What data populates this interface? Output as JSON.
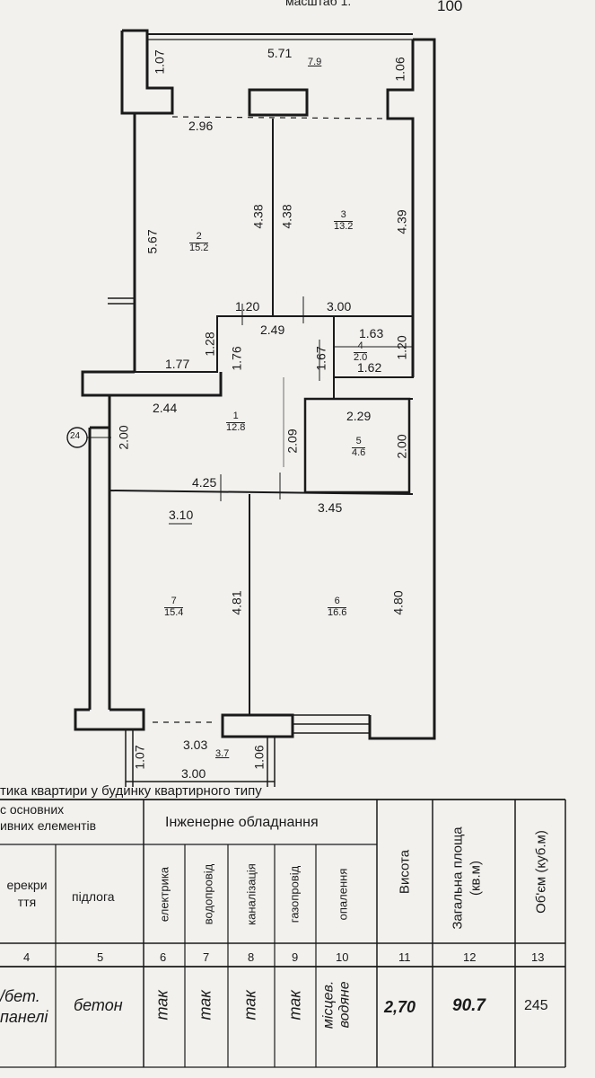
{
  "header": {
    "top_fragment": "масштаб 1:",
    "scale_value": "100"
  },
  "plan": {
    "balcony_top": {
      "width": "5.71",
      "area": "7.9",
      "left_depth": "1.07",
      "right_depth": "1.06"
    },
    "balcony_bottom": {
      "width": "3.03",
      "area": "3.7",
      "inner_width": "3.00",
      "left_depth": "1.07",
      "right_depth": "1.06"
    },
    "axis_marker": "24",
    "rooms": [
      {
        "num": "2",
        "area": "15.2"
      },
      {
        "num": "3",
        "area": "13.2"
      },
      {
        "num": "4",
        "area": "2.0"
      },
      {
        "num": "1",
        "area": "12.8"
      },
      {
        "num": "5",
        "area": "4.6"
      },
      {
        "num": "7",
        "area": "15.4"
      },
      {
        "num": "6",
        "area": "16.6"
      }
    ],
    "dims": {
      "d_2_96": "2.96",
      "d_5_67": "5.67",
      "d_4_38a": "4.38",
      "d_4_38b": "4.38",
      "d_4_39": "4.39",
      "d_1_20": "1.20",
      "d_3_00": "3.00",
      "d_1_28": "1.28",
      "d_1_76": "1.76",
      "d_2_49": "2.49",
      "d_1_63": "1.63",
      "d_1_67": "1.67",
      "d_1_62": "1.62",
      "d_1_20b": "1.20",
      "d_1_77": "1.77",
      "d_2_44": "2.44",
      "d_2_00a": "2.00",
      "d_2_09": "2.09",
      "d_2_29": "2.29",
      "d_2_00b": "2.00",
      "d_4_25": "4.25",
      "d_3_10": "3.10",
      "d_3_45": "3.45",
      "d_4_81": "4.81",
      "d_4_80": "4.80"
    }
  },
  "caption": "тика квартири у будинку квартирного типу",
  "table": {
    "h_structural": "с основних\nивних елементів",
    "h_engineering": "Інженерне обладнання",
    "h_height": "Висота",
    "h_area": "Загальна площа\n(кв.м)",
    "h_volume": "Об'єм (куб.м)",
    "h_ceiling": "ерекри\nття",
    "h_floor": "підлога",
    "h_electric": "електрика",
    "h_water": "водопровід",
    "h_sewer": "каналізація",
    "h_gas": "газопровід",
    "h_heating": "опалення",
    "nums": [
      "4",
      "5",
      "6",
      "7",
      "8",
      "9",
      "10",
      "11",
      "12",
      "13"
    ],
    "v_ceiling": "/бет.\nпанелі",
    "v_floor": "бетон",
    "v_electric": "так",
    "v_water": "так",
    "v_sewer": "так",
    "v_gas": "так",
    "v_heating": "місцев.\nводяне",
    "v_height": "2,70",
    "v_area": "90.7",
    "v_volume": "245"
  }
}
